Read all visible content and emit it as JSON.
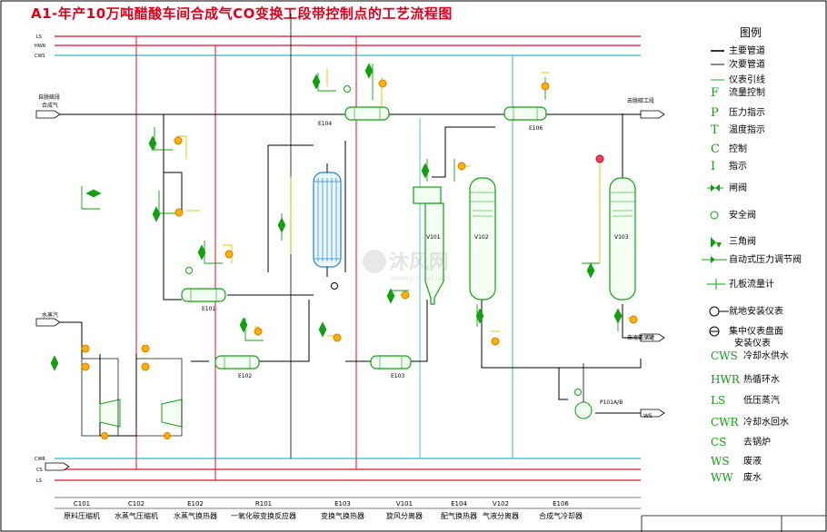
{
  "title": "A1-年产10万吨醋酸车间合成气CO变换工段带控制点的工艺流程图",
  "lines_top": [
    "LS",
    "HWR",
    "CWS"
  ],
  "lines_bottom": [
    "CWR",
    "CS",
    "LS"
  ],
  "streams": {
    "inlet_gas_1": "自脱硫段",
    "inlet_gas_2": "合成气",
    "steam_in": "水蒸汽",
    "to_decarb": "去脱碳工段",
    "to_tank": "去液氨储罐",
    "ws_out": "WS"
  },
  "equipment": {
    "E101": "E101",
    "E102": "E102",
    "E103": "E103",
    "E104": "E104",
    "E106": "E106",
    "V101": "V101",
    "V102": "V102",
    "V103": "V103",
    "pump": "P101A/B"
  },
  "legend": {
    "title": "图例",
    "items": [
      {
        "symbol": "",
        "label": "主要管道"
      },
      {
        "symbol": "",
        "label": "次要管道"
      },
      {
        "symbol": "",
        "label": "仪表引线"
      },
      {
        "symbol": "F",
        "label": "流量控制"
      },
      {
        "symbol": "P",
        "label": "压力指示"
      },
      {
        "symbol": "T",
        "label": "温度指示"
      },
      {
        "symbol": "C",
        "label": "控制"
      },
      {
        "symbol": "I",
        "label": "指示"
      },
      {
        "symbol": "",
        "label": "闸阀"
      },
      {
        "symbol": "",
        "label": "安全阀"
      },
      {
        "symbol": "",
        "label": "三角阀"
      },
      {
        "symbol": "",
        "label": "自动式压力调节阀"
      },
      {
        "symbol": "",
        "label": "孔板流量计"
      },
      {
        "symbol": "",
        "label": "就地安装仪表"
      },
      {
        "symbol": "",
        "label": "集中仪表盘面安装仪表"
      },
      {
        "symbol": "CWS",
        "label": "冷却水供水"
      },
      {
        "symbol": "HWR",
        "label": "热循环水"
      },
      {
        "symbol": "LS",
        "label": "低压蒸汽"
      },
      {
        "symbol": "CWR",
        "label": "冷却水回水"
      },
      {
        "symbol": "CS",
        "label": "去锅炉"
      },
      {
        "symbol": "WS",
        "label": "废液"
      },
      {
        "symbol": "WW",
        "label": "废水"
      }
    ]
  },
  "captions": [
    {
      "code": "C101",
      "name": "原料压缩机"
    },
    {
      "code": "C102",
      "name": "水蒸气压缩机"
    },
    {
      "code": "E102",
      "name": "水蒸气换热器"
    },
    {
      "code": "R101",
      "name": "一氧化碳变换反应器"
    },
    {
      "code": "E103",
      "name": "变换气换热器"
    },
    {
      "code": "V101",
      "name": "旋风分离器"
    },
    {
      "code": "E104",
      "name": "配气换热器"
    },
    {
      "code": "V102",
      "name": "气液分离器"
    },
    {
      "code": "E106",
      "name": "合成气冷却器"
    }
  ],
  "watermark": {
    "brand": "沐风网",
    "url": "www.mfcad.com"
  }
}
